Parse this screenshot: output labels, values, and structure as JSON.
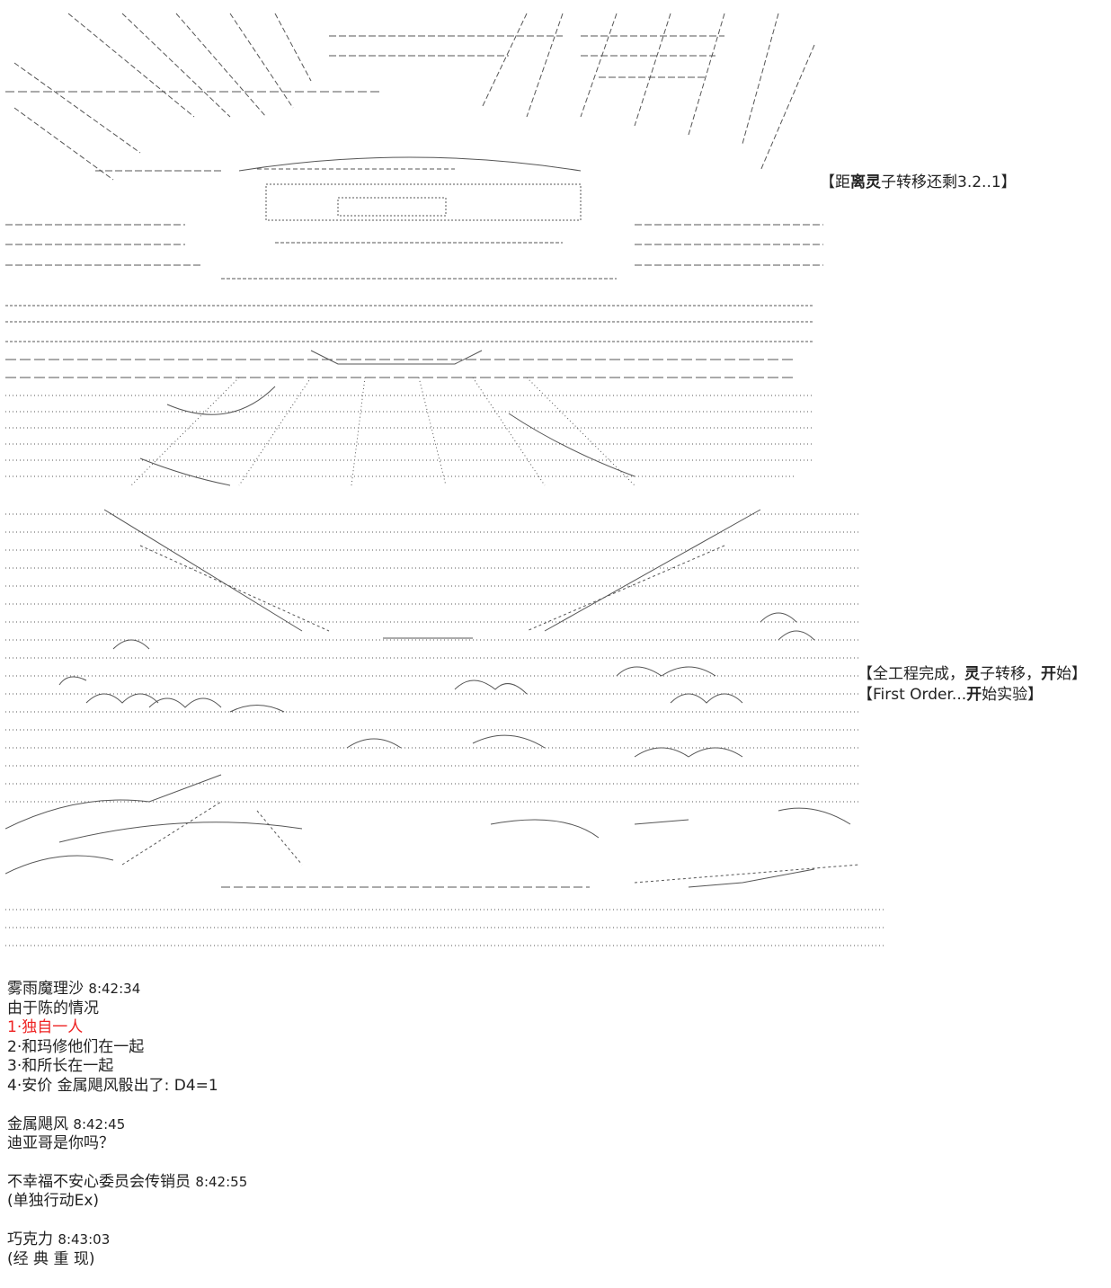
{
  "captions": {
    "top": {
      "open": "【",
      "t1": "距",
      "t2": "离",
      "t3": "灵",
      "t4": "子转移还剩3.2..1",
      "close": "】"
    },
    "bottom1": {
      "open": "【",
      "t1": "全工程完成，",
      "t2": "灵",
      "t3": "子转移，",
      "t4": "开",
      "t5": "始",
      "close": "】"
    },
    "bottom2": {
      "open": "【",
      "t1": "First Order...",
      "t2": "开",
      "t3": "始实验",
      "close": "】"
    }
  },
  "chat": [
    {
      "user": "雾雨魔理沙",
      "time": "8:42:34",
      "lines": [
        {
          "text": "由于陈的情况",
          "color": "#222222"
        },
        {
          "text": "1·独自一人",
          "color": "#ee2222"
        },
        {
          "text": "2·和玛修他们在一起",
          "color": "#222222"
        },
        {
          "text": "3·和所长在一起",
          "color": "#222222"
        },
        {
          "text": "4·安价 金属飓风骰出了: D4=1",
          "color": "#222222"
        }
      ]
    },
    {
      "user": "金属飓风",
      "time": "8:42:45",
      "lines": [
        {
          "text": "迪亚哥是你吗？",
          "color": "#222222"
        }
      ]
    },
    {
      "user": "不幸福不安心委员会传销员",
      "time": "8:42:55",
      "lines": [
        {
          "text": "(单独行动Ex)",
          "color": "#222222"
        }
      ]
    },
    {
      "user": "巧克力",
      "time": "8:43:03",
      "lines": [
        {
          "text": "(经 典 重 现)",
          "color": "#222222"
        }
      ]
    }
  ],
  "colors": {
    "text": "#222222",
    "highlight": "#ee2222",
    "art": "#3a3a3a"
  }
}
